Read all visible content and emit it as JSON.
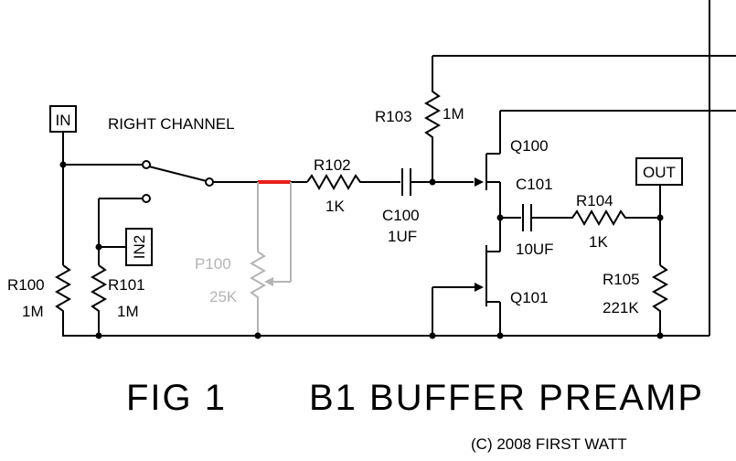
{
  "labels": {
    "in": "IN",
    "in2": "IN2",
    "out": "OUT",
    "channel": "RIGHT CHANNEL",
    "r100": "R100",
    "r100_val": "1M",
    "r101": "R101",
    "r101_val": "1M",
    "p100": "P100",
    "p100_val": "25K",
    "r102": "R102",
    "r102_val": "1K",
    "c100": "C100",
    "c100_val": "1UF",
    "r103": "R103",
    "r103_val": "1M",
    "q100": "Q100",
    "q101": "Q101",
    "c101": "C101",
    "c101_val": "10UF",
    "r104": "R104",
    "r104_val": "1K",
    "r105": "R105",
    "r105_val": "221K"
  },
  "caption": {
    "fig": "FIG 1",
    "title": "B1 BUFFER PREAMP",
    "copyright": "(C) 2008 FIRST WATT"
  },
  "colors": {
    "ink": "#000000",
    "disabled": "#b4b4b4",
    "highlight": "#e8201a"
  }
}
